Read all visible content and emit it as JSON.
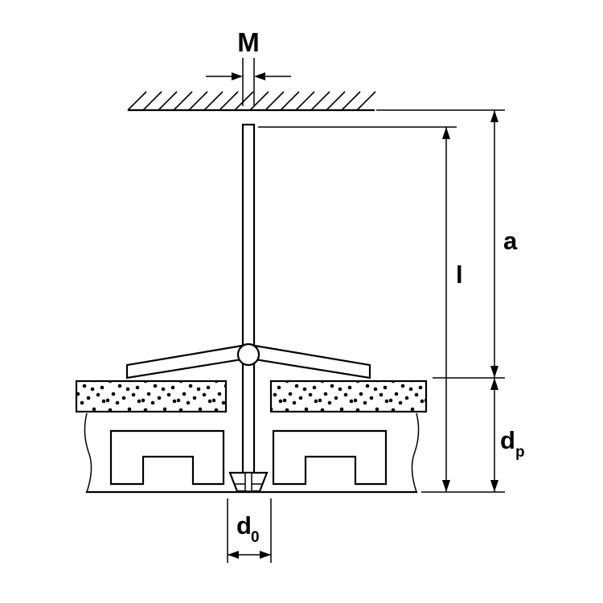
{
  "diagram": {
    "colors": {
      "line": "#000000",
      "background": "#ffffff"
    },
    "labels": {
      "M": "M",
      "a": "a",
      "l": "l",
      "d_p": {
        "main": "d",
        "sub": "p"
      },
      "d_0": {
        "main": "d",
        "sub": "0"
      }
    }
  }
}
